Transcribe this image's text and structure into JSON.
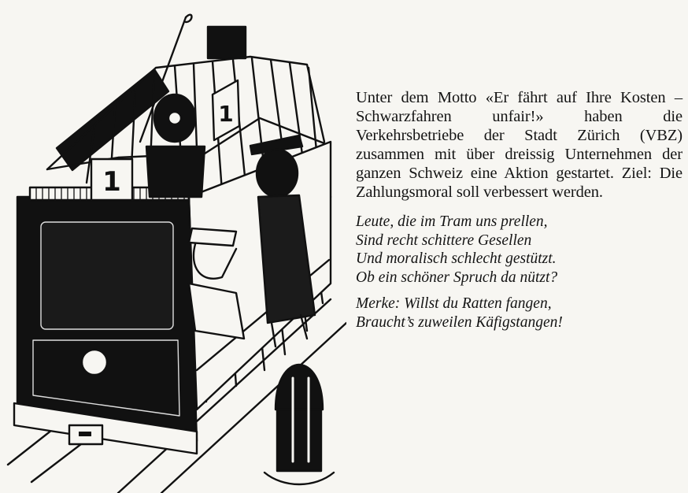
{
  "article": {
    "paragraph": "Unter dem Motto «Er fährt auf Ihre Kosten – Schwarzfahren unfair!» haben die Verkehrsbetriebe der Stadt Zürich (VBZ) zusammen mit über dreissig Unternehmen der ganzen Schweiz eine Aktion gestartet. Ziel: Die Zahlungsmoral soll verbessert werden.",
    "verse1": [
      "Leute, die im Tram uns prellen,",
      "Sind recht schittere Gesellen",
      "Und moralisch schlecht gestützt.",
      "Ob ein schöner Spruch da nützt?"
    ],
    "verse2": [
      "Merke: Willst du Ratten fangen,",
      "Braucht’s zuweilen Käfigstangen!"
    ]
  },
  "illustration": {
    "route_sign_front": "1",
    "route_sign_roof": "1"
  }
}
